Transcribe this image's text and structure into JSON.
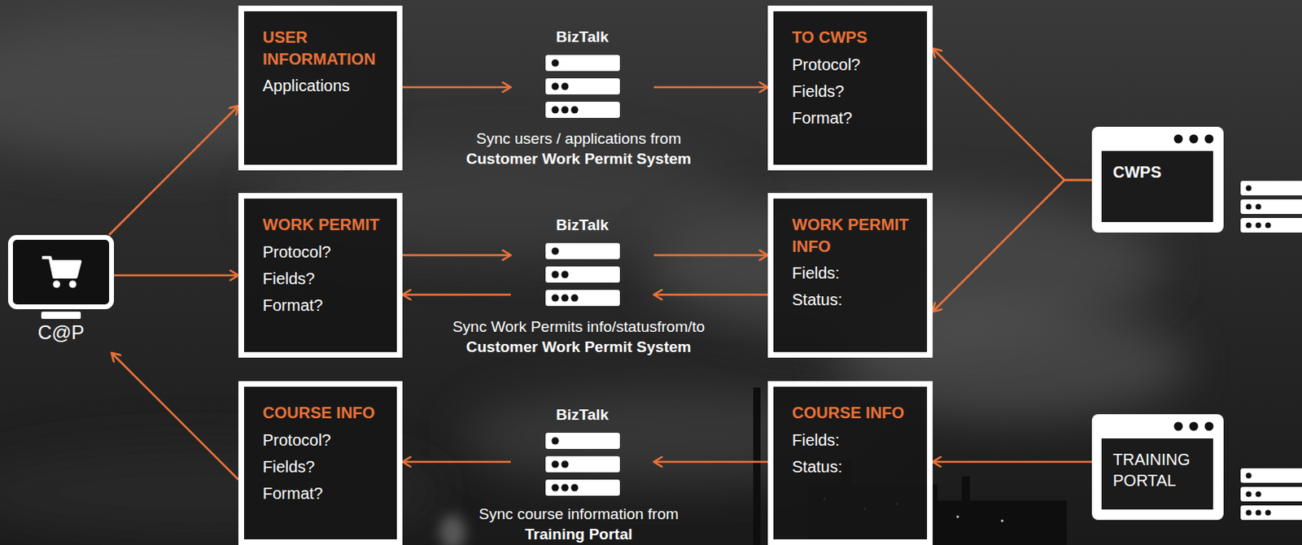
{
  "diagram": {
    "nodes": [
      {
        "text": [
          "C@P"
        ]
      },
      {
        "text": [
          "USER INFORMATION",
          "Applications"
        ]
      },
      {
        "text": [
          "BizTalk"
        ]
      },
      {
        "text": [
          "TO CWPS",
          "Protocol?",
          "Fields?",
          "Format?"
        ]
      },
      {
        "text": [
          "CWPS"
        ]
      },
      {
        "text": [
          "WORK PERMIT",
          "Protocol?",
          "Fields?",
          "Format?"
        ]
      },
      {
        "text": [
          "BizTalk"
        ]
      },
      {
        "text": [
          "WORK PERMIT INFO",
          "Fields:",
          "Status:"
        ]
      },
      {
        "text": [
          "COURSE INFO",
          "Protocol?",
          "Fields?",
          "Format?"
        ]
      },
      {
        "text": [
          "BizTalk"
        ]
      },
      {
        "text": [
          "COURSE INFO",
          "Fields:",
          "Status:"
        ]
      },
      {
        "text": [
          "TRAINING PORTAL"
        ]
      }
    ],
    "edges": [
      {
        "from": 0,
        "to": 1,
        "arrow": "to"
      },
      {
        "from": 0,
        "to": 5,
        "arrow": "to"
      },
      {
        "from": 8,
        "to": 0,
        "arrow": "to"
      },
      {
        "from": 1,
        "to": 2,
        "arrow": "to"
      },
      {
        "from": 2,
        "to": 3,
        "arrow": "to"
      },
      {
        "from": 5,
        "to": 6,
        "arrow": "to"
      },
      {
        "from": 6,
        "to": 7,
        "arrow": "to"
      },
      {
        "from": 7,
        "to": 6,
        "arrow": "to"
      },
      {
        "from": 6,
        "to": 5,
        "arrow": "to"
      },
      {
        "from": 4,
        "to": 3,
        "arrow": "to"
      },
      {
        "from": 4,
        "to": 7,
        "arrow": "to"
      },
      {
        "from": 11,
        "to": 10,
        "arrow": "to"
      },
      {
        "from": 10,
        "to": 9,
        "arrow": "to"
      },
      {
        "from": 9,
        "to": 8,
        "arrow": "to"
      }
    ],
    "labels": [
      "Sync users / applications from",
      "Customer Work Permit System",
      "Sync Work Permits info/statusfrom/to",
      "Customer Work Permit System",
      "Sync course information from",
      "Training Portal"
    ]
  }
}
